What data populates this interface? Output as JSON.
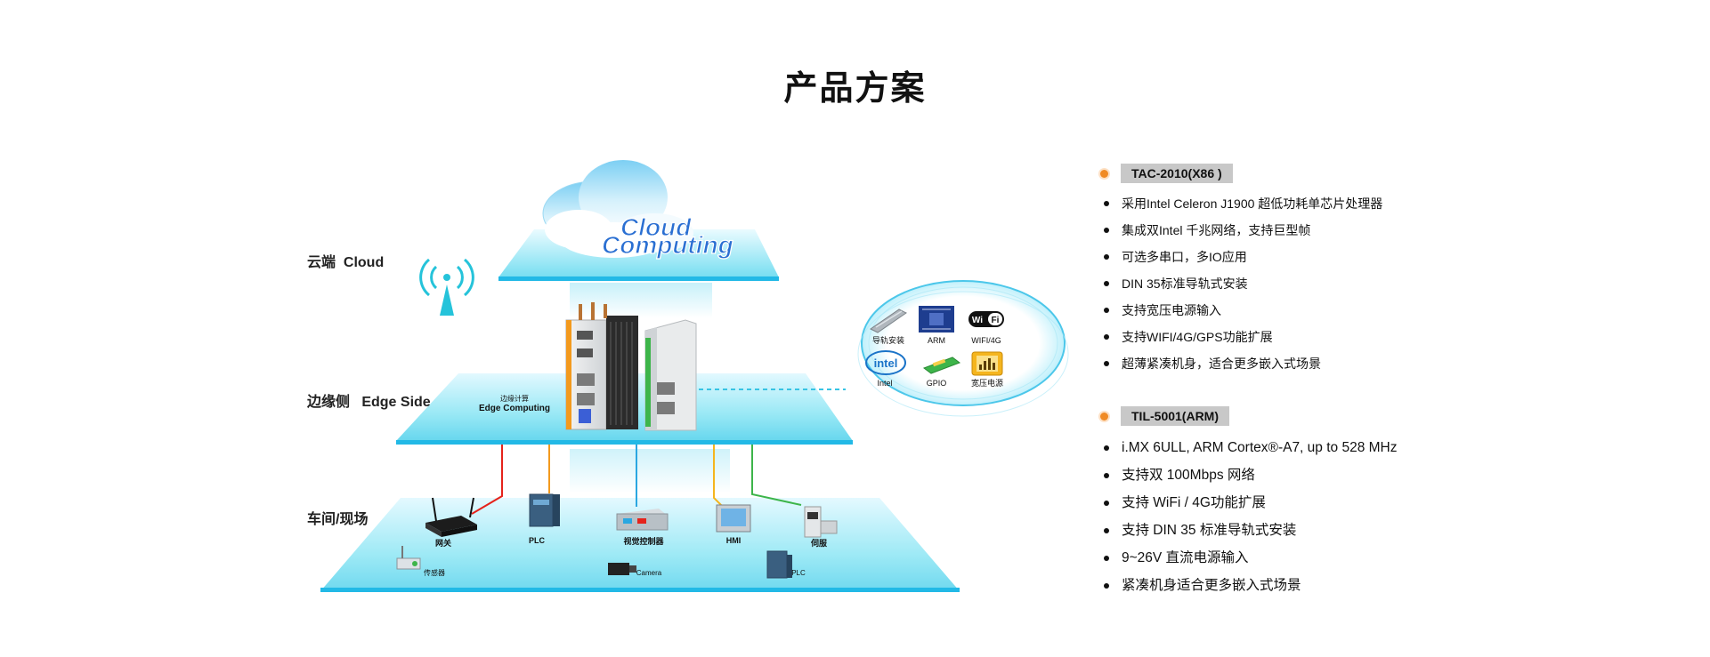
{
  "page_title": "产品方案",
  "layers": {
    "cloud": "云端  Cloud",
    "edge": "边缘侧   Edge Side",
    "workshop": "车间/现场"
  },
  "cloud_logo": {
    "line1": "Cloud",
    "line2": "Computing"
  },
  "edge_computing": {
    "cn": "边缘计算",
    "en": "Edge Computing"
  },
  "features": [
    {
      "label": "导轨安装",
      "icon": "din-rail-icon"
    },
    {
      "label": "ARM",
      "icon": "arm-chip-icon"
    },
    {
      "label": "WIFI/4G",
      "icon": "wifi-badge-icon",
      "badge": "Wi Fi"
    },
    {
      "label": "Intel",
      "icon": "intel-logo-icon",
      "logo": "intel"
    },
    {
      "label": "GPIO",
      "icon": "gpio-board-icon"
    },
    {
      "label": "宽压电源",
      "icon": "power-meter-icon"
    }
  ],
  "devices": [
    {
      "label": "网关",
      "icon": "router-icon"
    },
    {
      "label": "PLC",
      "icon": "plc-icon"
    },
    {
      "label": "视觉控制器",
      "icon": "vision-controller-icon"
    },
    {
      "label": "HMI",
      "icon": "hmi-panel-icon"
    },
    {
      "label": "伺服",
      "icon": "servo-drive-icon"
    },
    {
      "label": "传感器",
      "icon": "sensor-icon"
    },
    {
      "label": "Camera",
      "icon": "camera-icon"
    },
    {
      "label": "PLC",
      "icon": "plc-module-icon"
    }
  ],
  "colors": {
    "platform": "#7fe3f3",
    "platform_edge": "#22b9e6",
    "link_red": "#e5231b",
    "link_orange": "#f39a1e",
    "link_blue": "#2aa7e1",
    "link_yellow": "#f5b51e",
    "link_green": "#3db54a",
    "accent_orange": "#f08a24"
  },
  "products": [
    {
      "title": "TAC-2010(X86 )",
      "items": [
        "采用Intel Celeron J1900 超低功耗单芯片处理器",
        "集成双Intel 千兆网络，支持巨型帧",
        "可选多串口，多IO应用",
        "DIN 35标准导轨式安装",
        "支持宽压电源输入",
        "支持WIFI/4G/GPS功能扩展",
        "超薄紧凑机身，适合更多嵌入式场景"
      ]
    },
    {
      "title": "TIL-5001(ARM)",
      "items": [
        "i.MX 6ULL, ARM Cortex®-A7, up to 528 MHz",
        "支持双 100Mbps 网络",
        "支持 WiFi / 4G功能扩展",
        "支持 DIN 35 标准导轨式安装",
        "9~26V 直流电源输入",
        "紧凑机身适合更多嵌入式场景"
      ]
    }
  ]
}
